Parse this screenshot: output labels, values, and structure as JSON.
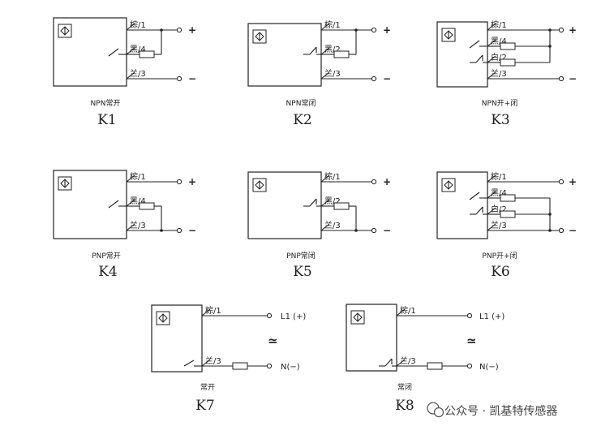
{
  "colors": {
    "line": "#222222",
    "background": "#ffffff",
    "watermark": "#555555"
  },
  "units": [
    {
      "code": "K1",
      "caption": "NPN常开",
      "sw": "no",
      "wires": [
        {
          "label": "棕/1",
          "term": "+"
        },
        {
          "label": "黑/4",
          "res": true
        },
        {
          "label": "兰/3",
          "term": "−"
        }
      ]
    },
    {
      "code": "K2",
      "caption": "NPN常闭",
      "sw": "nc",
      "wires": [
        {
          "label": "棕/1",
          "term": "+"
        },
        {
          "label": "黑/2",
          "res": true
        },
        {
          "label": "兰/3",
          "term": "−"
        }
      ]
    },
    {
      "code": "K3",
      "caption": "NPN开+闭",
      "sw": "both",
      "wires": [
        {
          "label": "棕/1",
          "term": "+"
        },
        {
          "label": "黑/4",
          "res": true
        },
        {
          "label": "白/2",
          "res": true
        },
        {
          "label": "兰/3",
          "term": "−"
        }
      ]
    },
    {
      "code": "K4",
      "caption": "PNP常开",
      "sw": "no",
      "wires": [
        {
          "label": "棕/1",
          "term": "+"
        },
        {
          "label": "黑/4",
          "res": true
        },
        {
          "label": "兰/3",
          "term": "−"
        }
      ]
    },
    {
      "code": "K5",
      "caption": "PNP常闭",
      "sw": "nc",
      "wires": [
        {
          "label": "棕/1",
          "term": "+"
        },
        {
          "label": "黑/2",
          "res": true
        },
        {
          "label": "兰/3",
          "term": "−"
        }
      ]
    },
    {
      "code": "K6",
      "caption": "PNP开+闭",
      "sw": "both",
      "wires": [
        {
          "label": "棕/1",
          "term": "+"
        },
        {
          "label": "黑/4",
          "res": true
        },
        {
          "label": "白/2",
          "res": true
        },
        {
          "label": "兰/3",
          "term": "−"
        }
      ]
    },
    {
      "code": "K7",
      "caption": "常开",
      "sw": "no",
      "ac": true,
      "acSymbol": "≃",
      "wires": [
        {
          "label": "棕/1",
          "term": "L1 (+)"
        },
        {
          "label": "兰/3",
          "res": true,
          "term": "N(−)"
        }
      ]
    },
    {
      "code": "K8",
      "caption": "常闭",
      "sw": "nc",
      "ac": true,
      "acSymbol": "≃",
      "wires": [
        {
          "label": "棕/1",
          "term": "L1 (+)"
        },
        {
          "label": "兰/3",
          "res": true,
          "term": "N(−)"
        }
      ]
    }
  ],
  "watermark": "公众号 · 凯基特传感器"
}
